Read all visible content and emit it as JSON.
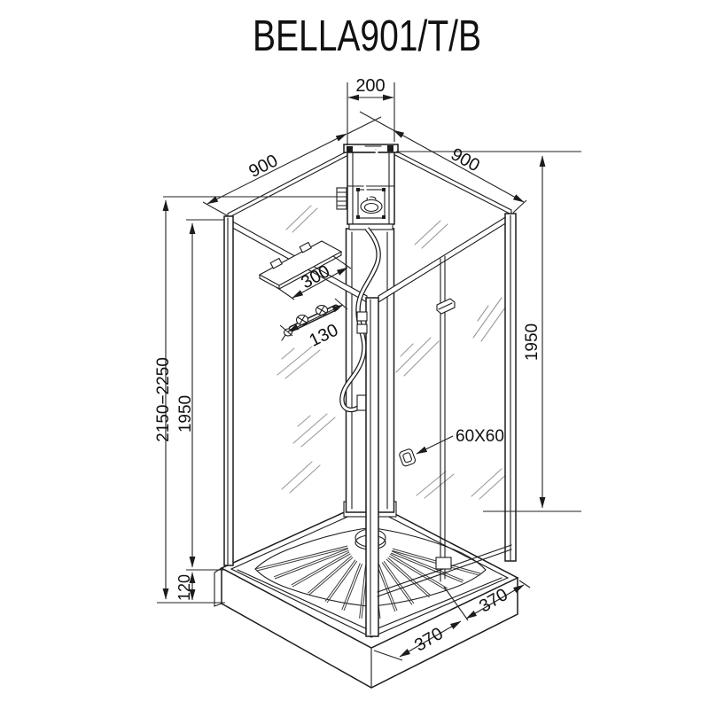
{
  "title": "BELLA901/T/B",
  "drawing": {
    "type": "isometric technical drawing",
    "subject": "corner shower cabin with roof unit, glass shelf, mixer tap, bi-fold door and low tray",
    "colors": {
      "background": "#ffffff",
      "line": "#1c1c1c",
      "dimension": "#222222",
      "glass": "#9a9a9a"
    }
  },
  "dims": {
    "top_width": "200",
    "left_edge": "900",
    "right_edge": "900",
    "shelf_width": "300",
    "mixer_width": "130",
    "door_glass_height": "1950",
    "total_height": "2150−2250",
    "glass_height": "1950",
    "handle_size": "60X60",
    "tray_height": "120",
    "tray_front_left": "370",
    "tray_front_right": "370"
  }
}
